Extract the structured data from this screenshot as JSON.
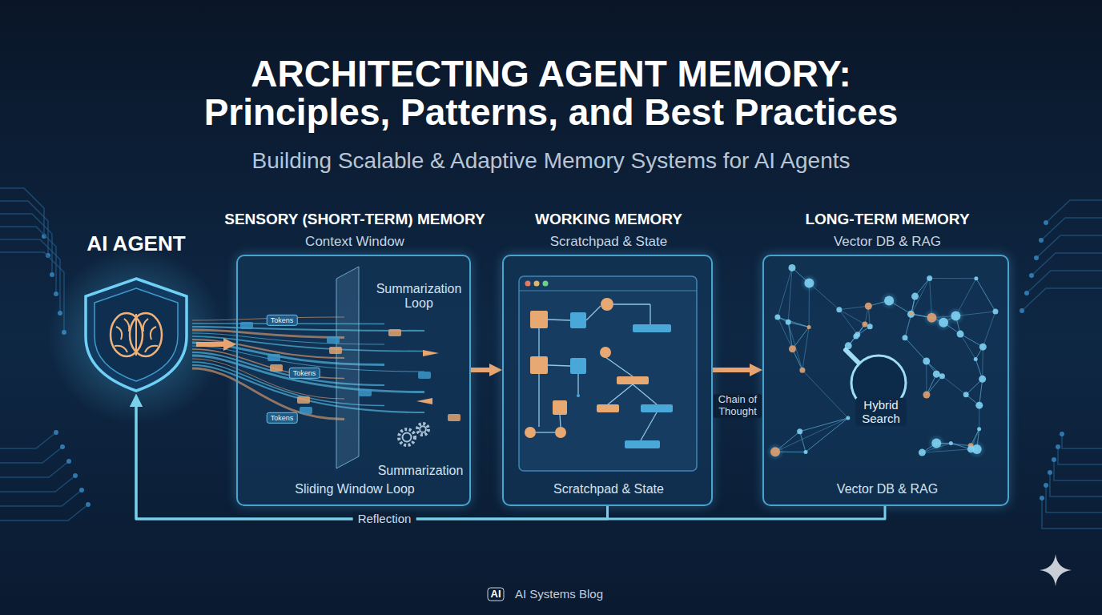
{
  "diagram": {
    "title": "ARCHITECTING AGENT MEMORY: Principles, Patterns, and Best Practices",
    "nodes": [
      {
        "text": [
          "AI AGENT"
        ]
      },
      {
        "text": [
          "SENSORY (SHORT-TERM) MEMORY",
          "Context Window",
          "Summarization Loop",
          "Summarization",
          "Sliding Window Loop"
        ]
      },
      {
        "text": [
          "WORKING MEMORY",
          "Scratchpad & State",
          "Scratchpad & State"
        ]
      },
      {
        "text": [
          "LONG-TERM MEMORY",
          "Vector DB & RAG",
          "Vector DB & RAG"
        ]
      }
    ],
    "edges": [
      {
        "from": 0,
        "to": 1,
        "arrow": "to"
      },
      {
        "from": 1,
        "to": 2,
        "arrow": "to"
      },
      {
        "from": 2,
        "to": 3,
        "arrow": "to",
        "label": "Chain of Thought"
      },
      {
        "from": 3,
        "to": 0,
        "arrow": "to",
        "label": "Reflection"
      },
      {
        "from": 2,
        "to": 0,
        "arrow": "to"
      }
    ],
    "labels": [
      "Building Scalable & Adaptive Memory Systems for AI Agents",
      "Tokens",
      "Tokens",
      "Tokens",
      "Hybrid Search",
      "AI",
      "AI Systems Blog"
    ]
  }
}
